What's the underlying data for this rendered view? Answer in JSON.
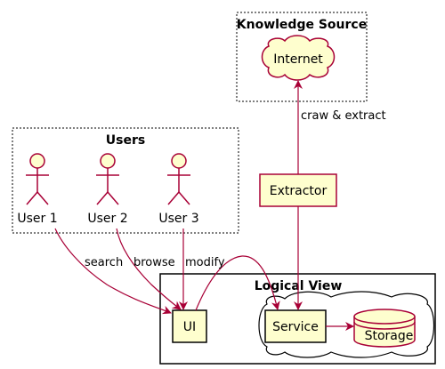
{
  "packages": {
    "knowledge_source": "Knowledge Source",
    "users": "Users",
    "logical_view": "Logical View"
  },
  "nodes": {
    "internet": "Internet",
    "extractor": "Extractor",
    "ui": "UI",
    "service": "Service",
    "storage": "Storage"
  },
  "actors": [
    "User 1",
    "User 2",
    "User 3"
  ],
  "edges": {
    "crawl": "craw & extract",
    "search": "search",
    "browse": "browse",
    "modify": "modify"
  },
  "colors": {
    "node_fill": "#FEFECE",
    "node_border": "#A80036",
    "arrow": "#A80036",
    "package_border": "#000000"
  }
}
